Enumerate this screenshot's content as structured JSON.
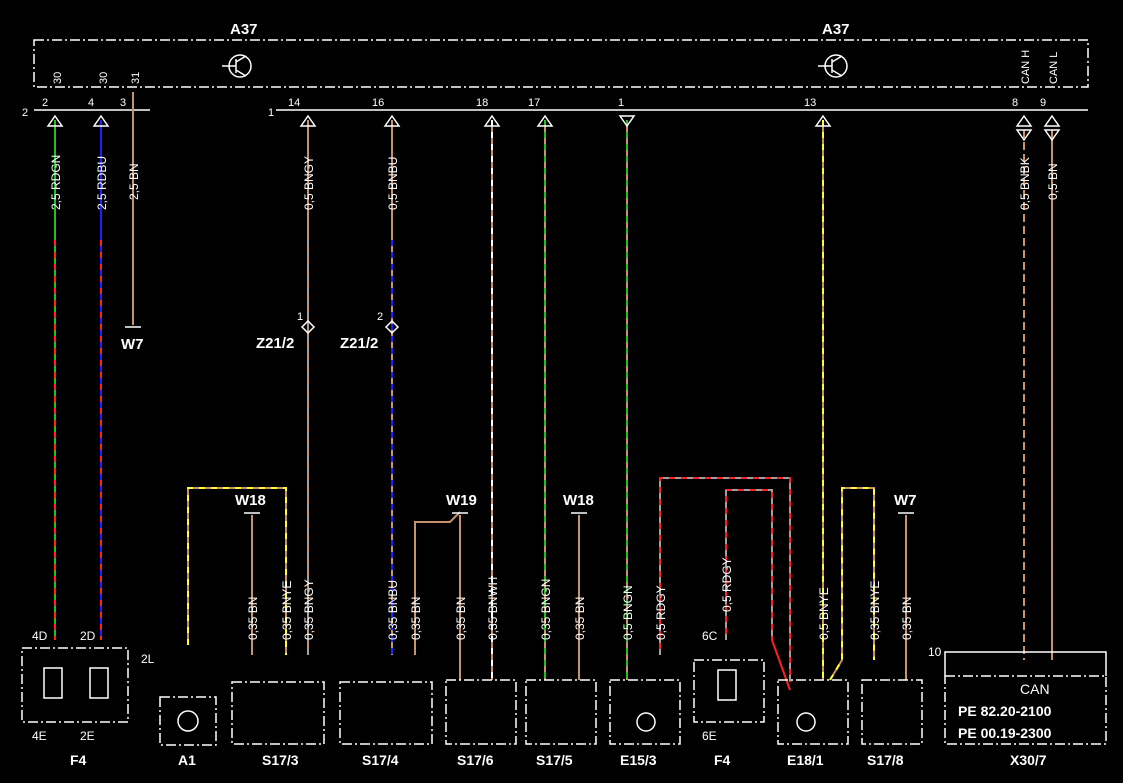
{
  "labels": {
    "a37_left": "A37",
    "a37_right": "A37",
    "conn2": "2",
    "conn1": "1",
    "w7_left": "W7",
    "z21_a": "Z21/2",
    "z21_b": "Z21/2",
    "z21_a_pin": "1",
    "z21_b_pin": "2",
    "w18_a": "W18",
    "w19": "W19",
    "w18_b": "W18",
    "w7_right": "W7",
    "f4_left": "F4",
    "f4_mid": "F4",
    "a1": "A1",
    "s17_3": "S17/3",
    "s17_4": "S17/4",
    "s17_6": "S17/6",
    "s17_5": "S17/5",
    "e15_3": "E15/3",
    "e18_1": "E18/1",
    "s17_8": "S17/8",
    "x30_7": "X30/7",
    "can": "CAN",
    "pe1": "PE  82.20-2100",
    "pe2": "PE  00.19-2300",
    "f4_4d": "4D",
    "f4_2d": "2D",
    "f4_4e": "4E",
    "f4_2e": "2E",
    "f4_6c": "6C",
    "f4_6e": "6E",
    "a1_2l": "2L",
    "x30_10": "10"
  },
  "top_pins": [
    {
      "num": "2",
      "term": "30"
    },
    {
      "num": "4",
      "term": "30"
    },
    {
      "num": "3",
      "term": "31"
    },
    {
      "num": "14",
      "term": ""
    },
    {
      "num": "16",
      "term": ""
    },
    {
      "num": "18",
      "term": ""
    },
    {
      "num": "17",
      "term": ""
    },
    {
      "num": "1",
      "term": ""
    },
    {
      "num": "13",
      "term": ""
    },
    {
      "num": "8",
      "term": "CAN H"
    },
    {
      "num": "9",
      "term": "CAN L"
    }
  ],
  "wires_top": [
    "2,5  RDGN",
    "2,5  RDBU",
    "2,5  BN",
    "0,5  BNGY",
    "0,5  BNBU",
    "0,5  BNBK",
    "0,5  BN"
  ],
  "wires_bottom": [
    "0,35  BN",
    "0,35  BNYE",
    "0,35  BNGY",
    "0,35  BNBU",
    "0,35  BN",
    "0,35  BN",
    "0,35  BNWH",
    "0,35  BNGN",
    "0,35  BN",
    "0,5  BNGN",
    "0,5  RDGY",
    "0,5  RDGY",
    "0,5  BNYE",
    "0,35  BNYE",
    "0,35  BN"
  ],
  "colors": {
    "red": "#ff2020",
    "green": "#20c020",
    "blue": "#2020ff",
    "brown": "#c8926a",
    "yellow": "#ffff30",
    "grey": "#a0a0a0"
  }
}
